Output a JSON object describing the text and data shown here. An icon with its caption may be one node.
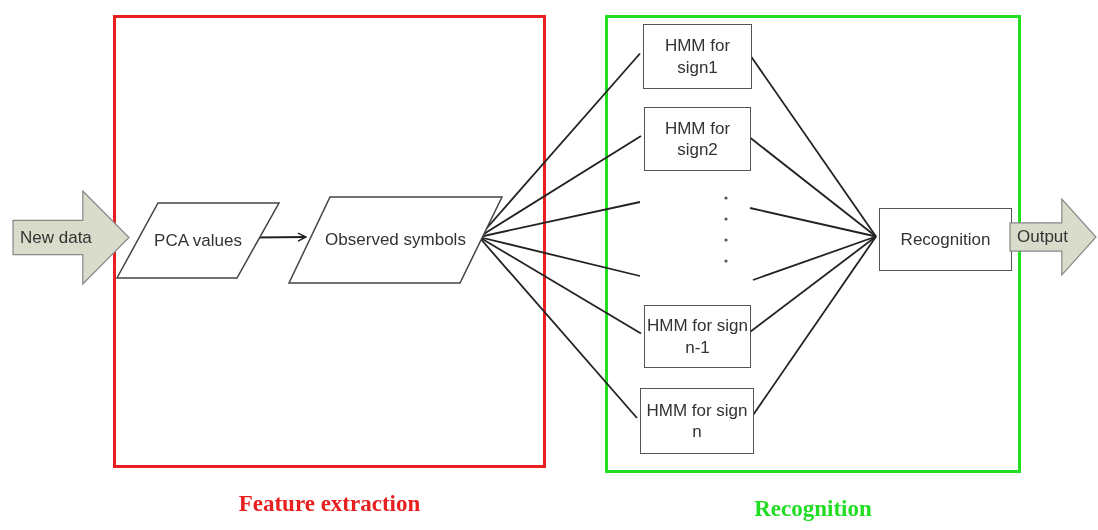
{
  "diagram": {
    "nodes": [
      {
        "text": [
          "New data"
        ]
      },
      {
        "text": [
          "Feature extraction"
        ]
      },
      {
        "text": [
          "PCA values"
        ],
        "in": 1
      },
      {
        "text": [
          "Observed symbols"
        ],
        "in": 1
      },
      {
        "text": [
          "Recognition"
        ]
      },
      {
        "text": [
          "HMM for sign1"
        ],
        "in": 4
      },
      {
        "text": [
          "HMM for sign2"
        ],
        "in": 4
      },
      {
        "text": [
          "HMM for sign n-1"
        ],
        "in": 4
      },
      {
        "text": [
          "HMM for sign n"
        ],
        "in": 4
      },
      {
        "text": [
          "Recognition"
        ],
        "in": 4
      },
      {
        "text": [
          "Output"
        ]
      }
    ],
    "edges": [
      {
        "from": 2,
        "to": 3,
        "arrow": "to"
      },
      {
        "from": 3,
        "to": 5,
        "arrow": "none"
      },
      {
        "from": 3,
        "to": 6,
        "arrow": "none"
      },
      {
        "from": 3,
        "to": null,
        "arrow": "none"
      },
      {
        "from": 3,
        "to": null,
        "arrow": "none"
      },
      {
        "from": 3,
        "to": 7,
        "arrow": "none"
      },
      {
        "from": 3,
        "to": 8,
        "arrow": "none"
      },
      {
        "from": 5,
        "to": 9,
        "arrow": "none"
      },
      {
        "from": 6,
        "to": 9,
        "arrow": "none"
      },
      {
        "from": null,
        "to": 9,
        "arrow": "none"
      },
      {
        "from": null,
        "to": 9,
        "arrow": "none"
      },
      {
        "from": 7,
        "to": 9,
        "arrow": "none"
      },
      {
        "from": 8,
        "to": 9,
        "arrow": "none"
      }
    ]
  }
}
